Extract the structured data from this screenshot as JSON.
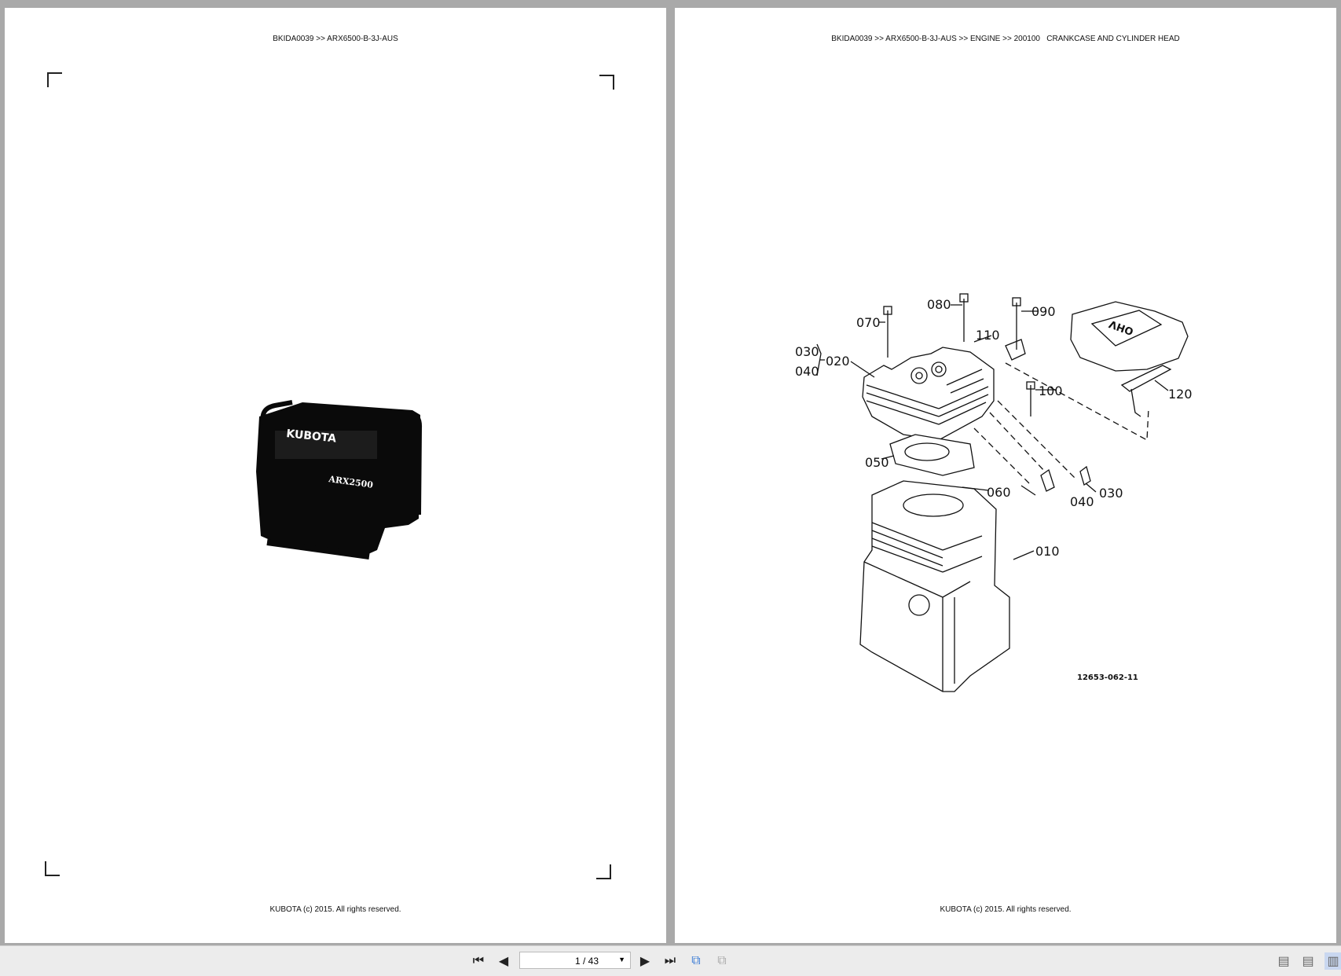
{
  "left_page": {
    "header": "BKIDA0039 >> ARX6500-B-3J-AUS",
    "footer": "KUBOTA (c) 2015. All rights reserved.",
    "image_logo_text": "KUBOTA",
    "image_model_text": "ARX2500"
  },
  "right_page": {
    "header": "BKIDA0039 >> ARX6500-B-3J-AUS >> ENGINE >> 200100   CRANKCASE AND CYLINDER HEAD",
    "footer": "KUBOTA (c) 2015. All rights reserved.",
    "diagram": {
      "callouts": [
        "080",
        "070",
        "090",
        "110",
        "030",
        "040",
        "020",
        "100",
        "120",
        "050",
        "060",
        "040",
        "030",
        "010"
      ],
      "drawing_code": "12653-062-11",
      "cover_text": "OHV"
    }
  },
  "toolbar": {
    "page_indicator": "1 / 43",
    "icons": [
      "first-page",
      "previous-page",
      "next-page",
      "last-page",
      "sync-pages",
      "compare-pages",
      "single-page-view",
      "continuous-view",
      "two-page-view"
    ],
    "active_view": "two-page-view",
    "active_view_color": "#c9d7f0"
  }
}
